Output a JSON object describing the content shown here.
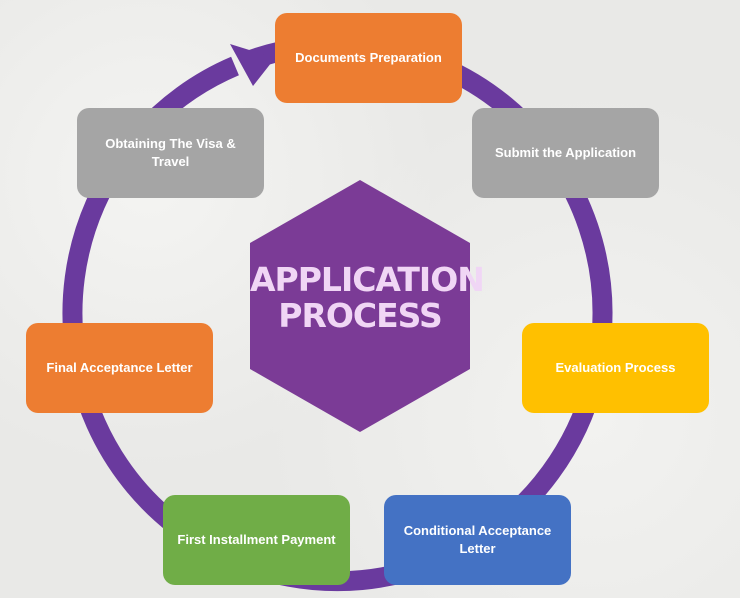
{
  "title": "APPLICATION PROCESS",
  "title_lines": [
    "APPLICATION",
    "PROCESS"
  ],
  "colors": {
    "ring": "#6a3a9e",
    "hexagon": "#7b3b96",
    "orange": "#ed7d31",
    "gray": "#a5a5a5",
    "yellow": "#ffc000",
    "blue": "#4472c4",
    "green": "#70ad47"
  },
  "steps": [
    {
      "label": "Documents Preparation",
      "color": "#ed7d31"
    },
    {
      "label": "Submit the Application",
      "color": "#a5a5a5"
    },
    {
      "label": "Evaluation Process",
      "color": "#ffc000"
    },
    {
      "label": "Conditional Acceptance Letter",
      "color": "#4472c4"
    },
    {
      "label": "First Installment Payment",
      "color": "#70ad47"
    },
    {
      "label": "Final Acceptance Letter",
      "color": "#ed7d31"
    },
    {
      "label": "Obtaining The Visa & Travel",
      "color": "#a5a5a5"
    }
  ]
}
